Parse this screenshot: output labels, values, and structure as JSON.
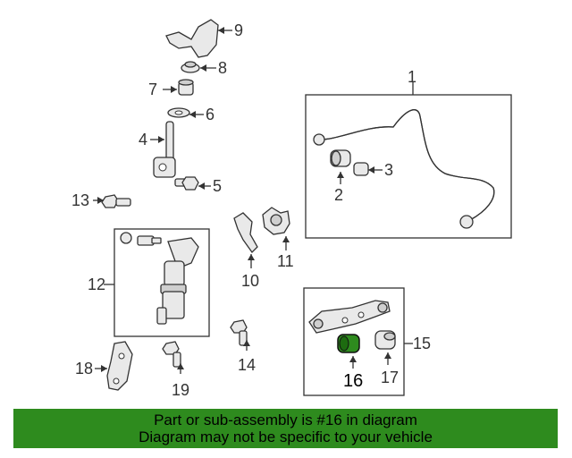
{
  "callouts": {
    "c1": "1",
    "c2": "2",
    "c3": "3",
    "c4": "4",
    "c5": "5",
    "c6": "6",
    "c7": "7",
    "c8": "8",
    "c9": "9",
    "c10": "10",
    "c11": "11",
    "c12": "12",
    "c13": "13",
    "c14": "14",
    "c15": "15",
    "c16": "16",
    "c17": "17",
    "c18": "18",
    "c19": "19"
  },
  "banner": {
    "line1": "Part or sub-assembly is #16 in diagram",
    "line2": "Diagram may not be specific to your vehicle"
  },
  "colors": {
    "banner_bg": "#2e8b1e",
    "highlight_part": "#2e8b1e"
  }
}
